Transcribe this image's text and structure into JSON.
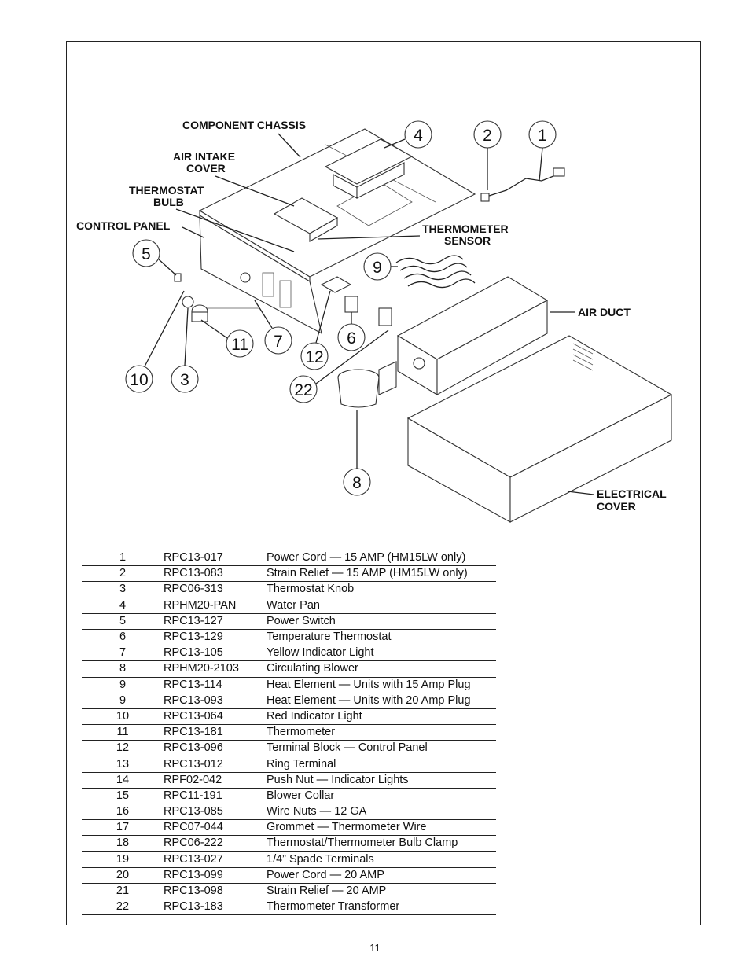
{
  "diagram": {
    "labels": {
      "component_chassis": "COMPONENT CHASSIS",
      "air_intake_1": "AIR INTAKE",
      "air_intake_2": "COVER",
      "thermostat_1": "THERMOSTAT",
      "thermostat_2": "BULB",
      "control_panel": "CONTROL PANEL",
      "thermometer_1": "THERMOMETER",
      "thermometer_2": "SENSOR",
      "air_duct": "AIR DUCT",
      "electrical_1": "ELECTRICAL",
      "electrical_2": "COVER"
    },
    "callouts": [
      "4",
      "2",
      "1",
      "5",
      "9",
      "11",
      "7",
      "6",
      "12",
      "10",
      "3",
      "22",
      "8"
    ]
  },
  "parts": [
    {
      "no": "1",
      "part": "RPC13-017",
      "desc": "Power Cord — 15 AMP (HM15LW only)"
    },
    {
      "no": "2",
      "part": "RPC13-083",
      "desc": "Strain Relief — 15 AMP (HM15LW only)"
    },
    {
      "no": "3",
      "part": "RPC06-313",
      "desc": "Thermostat Knob"
    },
    {
      "no": "4",
      "part": "RPHM20-PAN",
      "desc": "Water Pan"
    },
    {
      "no": "5",
      "part": "RPC13-127",
      "desc": "Power Switch"
    },
    {
      "no": "6",
      "part": "RPC13-129",
      "desc": "Temperature Thermostat"
    },
    {
      "no": "7",
      "part": "RPC13-105",
      "desc": "Yellow Indicator Light"
    },
    {
      "no": "8",
      "part": "RPHM20-2103",
      "desc": "Circulating Blower"
    },
    {
      "no": "9",
      "part": "RPC13-114",
      "desc": "Heat Element — Units with 15 Amp Plug"
    },
    {
      "no": "9",
      "part": "RPC13-093",
      "desc": "Heat Element — Units with 20 Amp Plug"
    },
    {
      "no": "10",
      "part": "RPC13-064",
      "desc": "Red Indicator Light"
    },
    {
      "no": "11",
      "part": "RPC13-181",
      "desc": "Thermometer"
    },
    {
      "no": "12",
      "part": "RPC13-096",
      "desc": "Terminal Block — Control Panel"
    },
    {
      "no": "13",
      "part": "RPC13-012",
      "desc": "Ring Terminal"
    },
    {
      "no": "14",
      "part": "RPF02-042",
      "desc": "Push Nut — Indicator Lights"
    },
    {
      "no": "15",
      "part": "RPC11-191",
      "desc": "Blower Collar"
    },
    {
      "no": "16",
      "part": "RPC13-085",
      "desc": "Wire Nuts — 12 GA"
    },
    {
      "no": "17",
      "part": "RPC07-044",
      "desc": "Grommet — Thermometer Wire"
    },
    {
      "no": "18",
      "part": "RPC06-222",
      "desc": "Thermostat/Thermometer Bulb Clamp"
    },
    {
      "no": "19",
      "part": "RPC13-027",
      "desc": "1/4” Spade Terminals"
    },
    {
      "no": "20",
      "part": "RPC13-099",
      "desc": "Power Cord — 20 AMP"
    },
    {
      "no": "21",
      "part": "RPC13-098",
      "desc": "Strain Relief — 20 AMP"
    },
    {
      "no": "22",
      "part": "RPC13-183",
      "desc": "Thermometer Transformer"
    }
  ],
  "page_number": "11"
}
